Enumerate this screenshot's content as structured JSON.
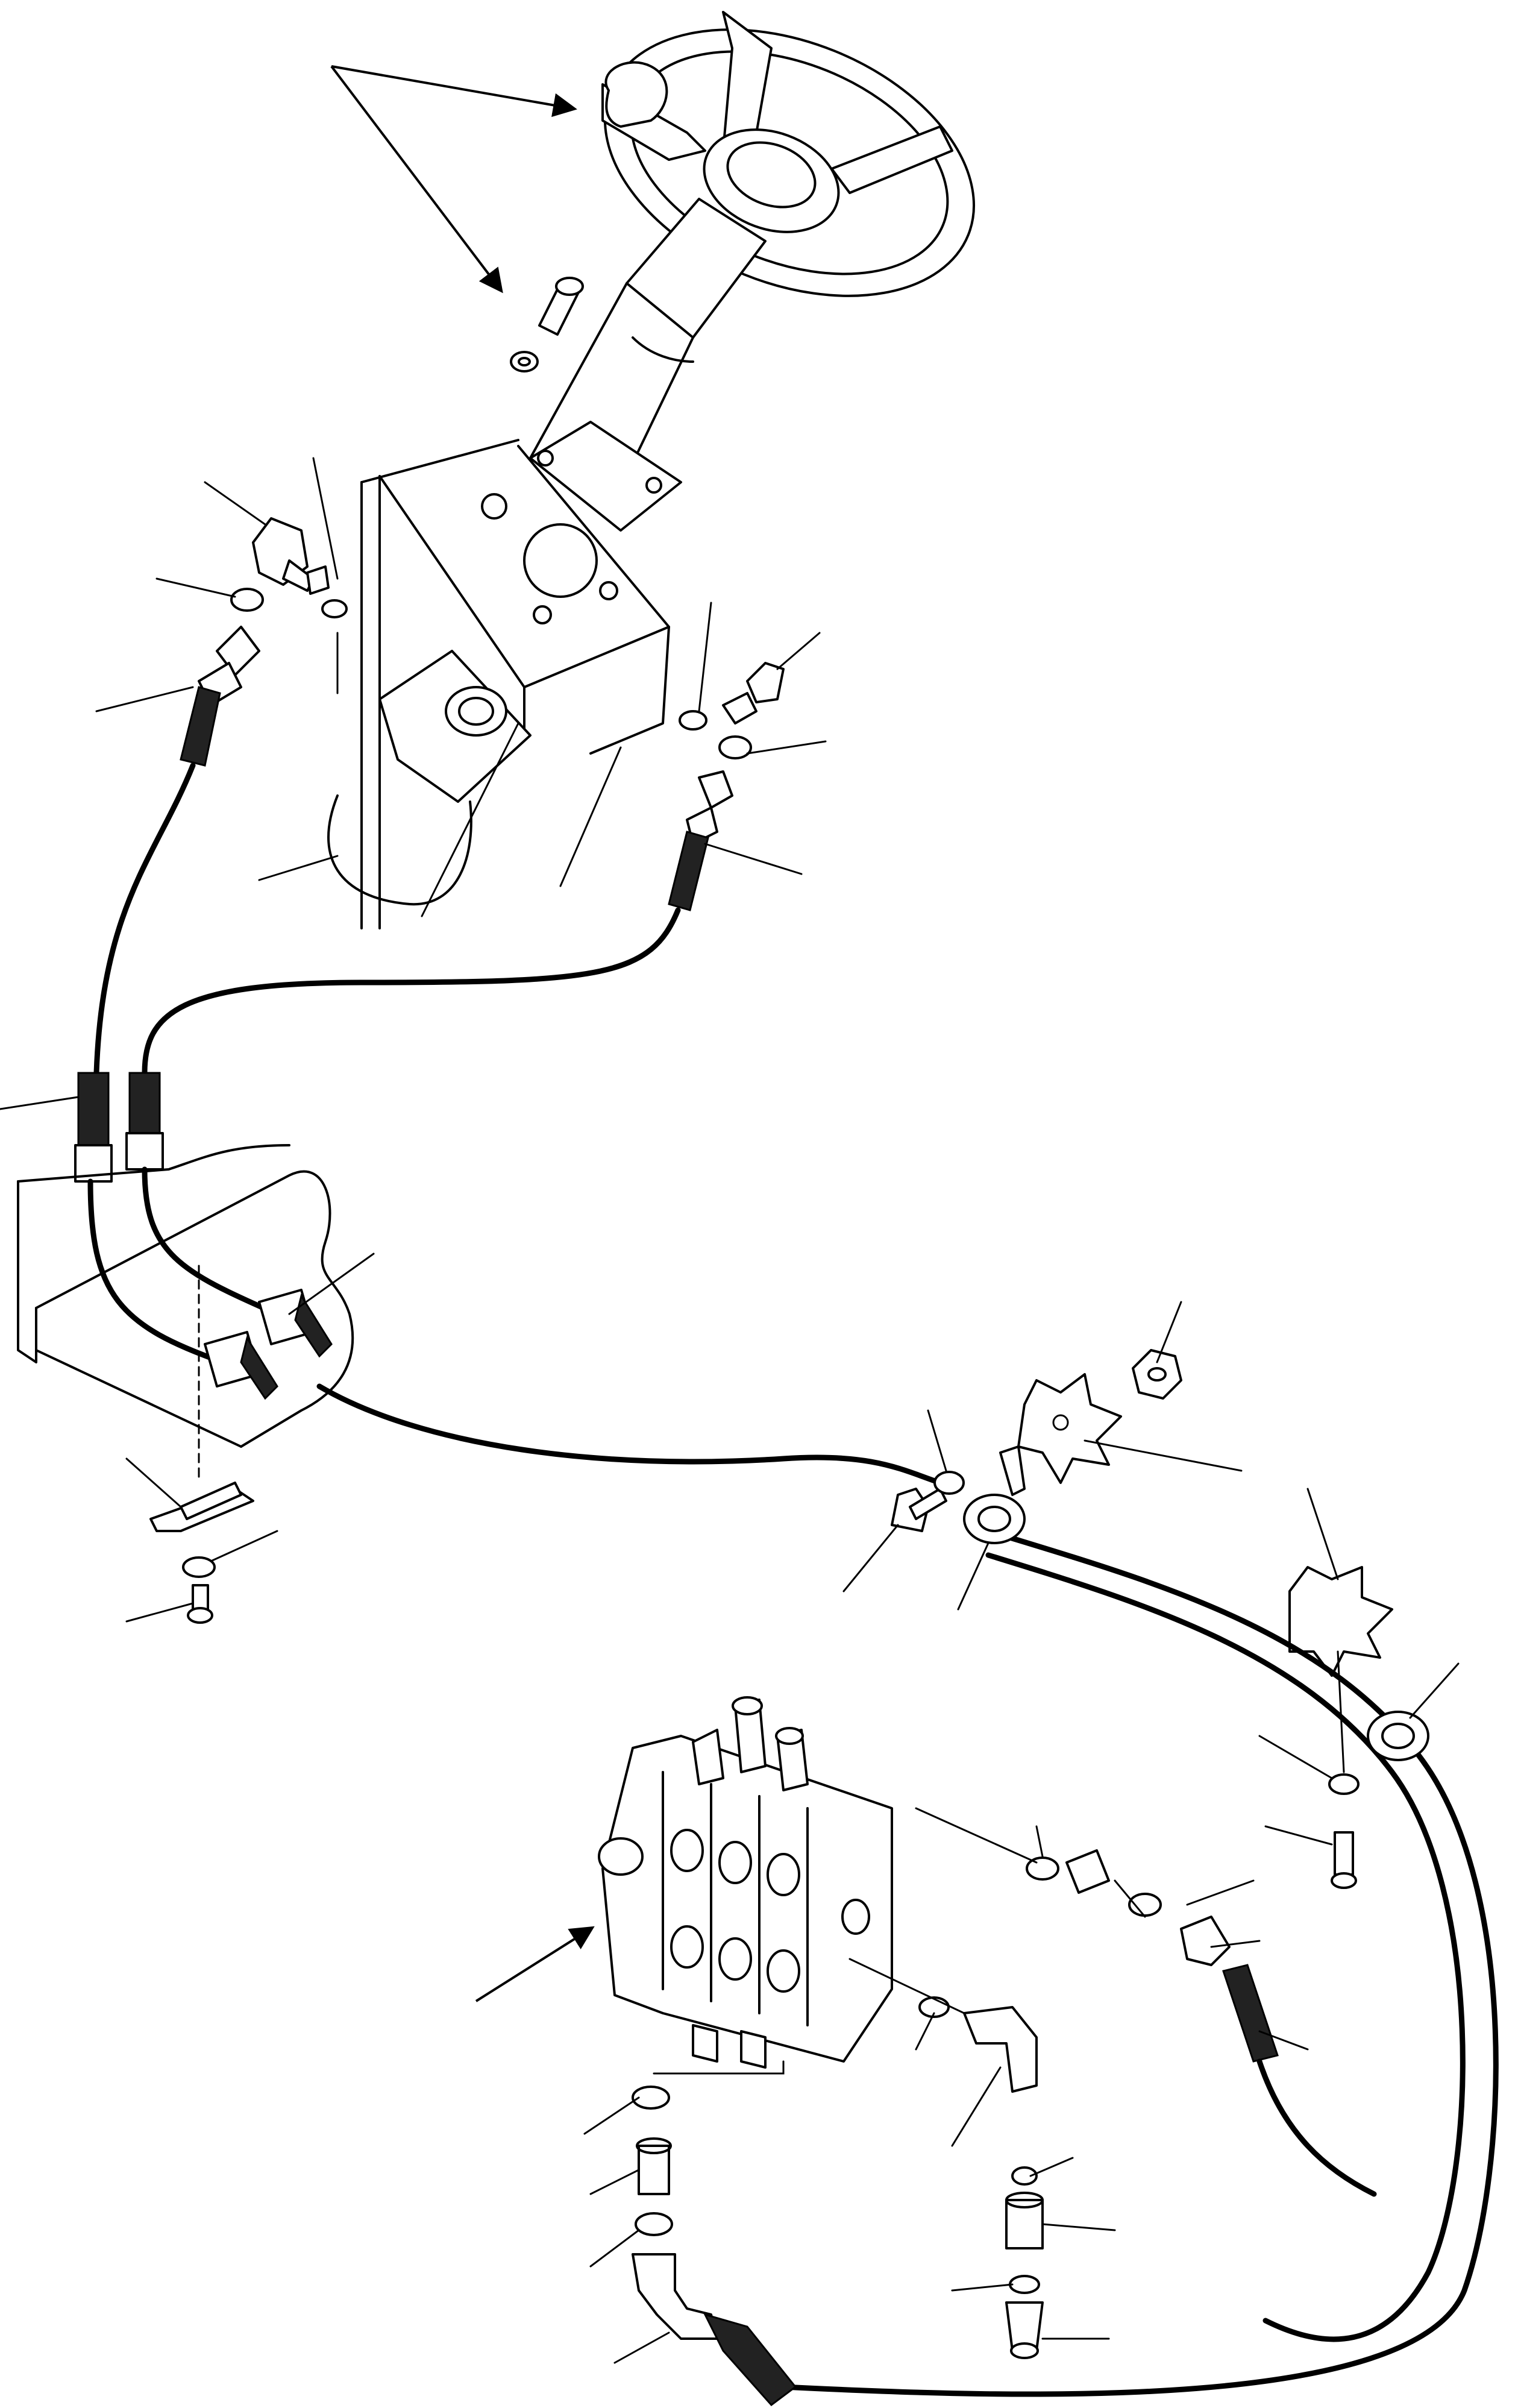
{
  "diagram": {
    "components": [
      {
        "name": "steering-wheel",
        "icon": "steering-wheel-icon"
      },
      {
        "name": "steering-column",
        "icon": "column-icon"
      },
      {
        "name": "steering-unit",
        "icon": "hydraulic-pump-icon"
      },
      {
        "name": "control-valve",
        "icon": "valve-block-icon"
      },
      {
        "name": "hose-assembly",
        "icon": "hose-icon"
      },
      {
        "name": "elbow-fitting",
        "icon": "fitting-icon"
      },
      {
        "name": "clamp",
        "icon": "clamp-icon"
      },
      {
        "name": "bolt",
        "icon": "bolt-icon"
      }
    ],
    "colors": {
      "line": "#000000",
      "background": "#ffffff"
    }
  }
}
